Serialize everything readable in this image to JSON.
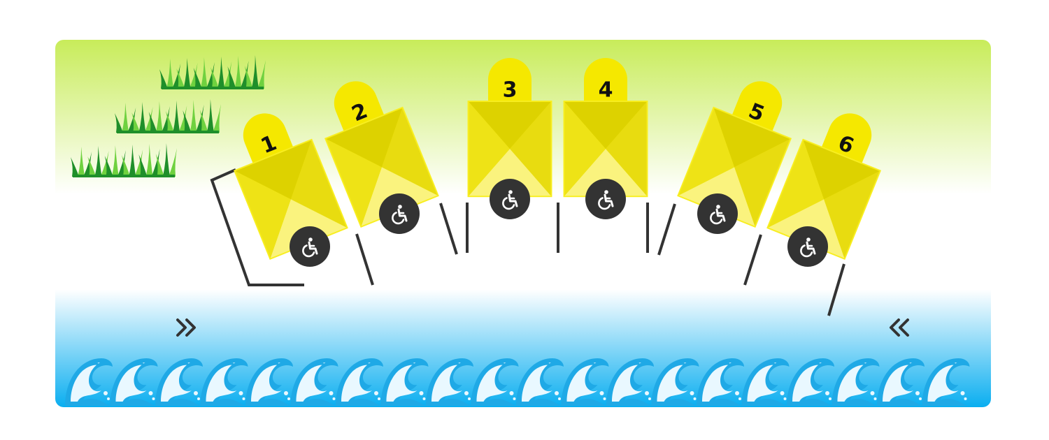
{
  "colors": {
    "sky_top": "#c8ec5a",
    "sky_bottom": "#ffffff",
    "sea_top": "#ffffff",
    "sea_bottom": "#0aaef0",
    "booth_fill": "#f5e800",
    "booth_dark": "#ddd200",
    "booth_light": "#faf37e",
    "tab_fill": "#f5e800",
    "badge": "#333333",
    "divider": "#333333",
    "grass_dark": "#1f8f2a",
    "grass_light": "#6fd13f",
    "wave_blue": "#1fa9e6",
    "wave_white": "#e9f8ff"
  },
  "icons": {
    "booth_badge": "wheelchair-icon",
    "left_arrow": "double-chevron-right-icon",
    "right_arrow": "double-chevron-left-icon",
    "grass": "grass-icon",
    "wave": "wave-icon"
  },
  "spots": [
    {
      "number": "1",
      "accessible": true
    },
    {
      "number": "2",
      "accessible": true
    },
    {
      "number": "3",
      "accessible": true
    },
    {
      "number": "4",
      "accessible": true
    },
    {
      "number": "5",
      "accessible": true
    },
    {
      "number": "6",
      "accessible": true
    }
  ],
  "wave_count": 20,
  "grass_count": 3
}
